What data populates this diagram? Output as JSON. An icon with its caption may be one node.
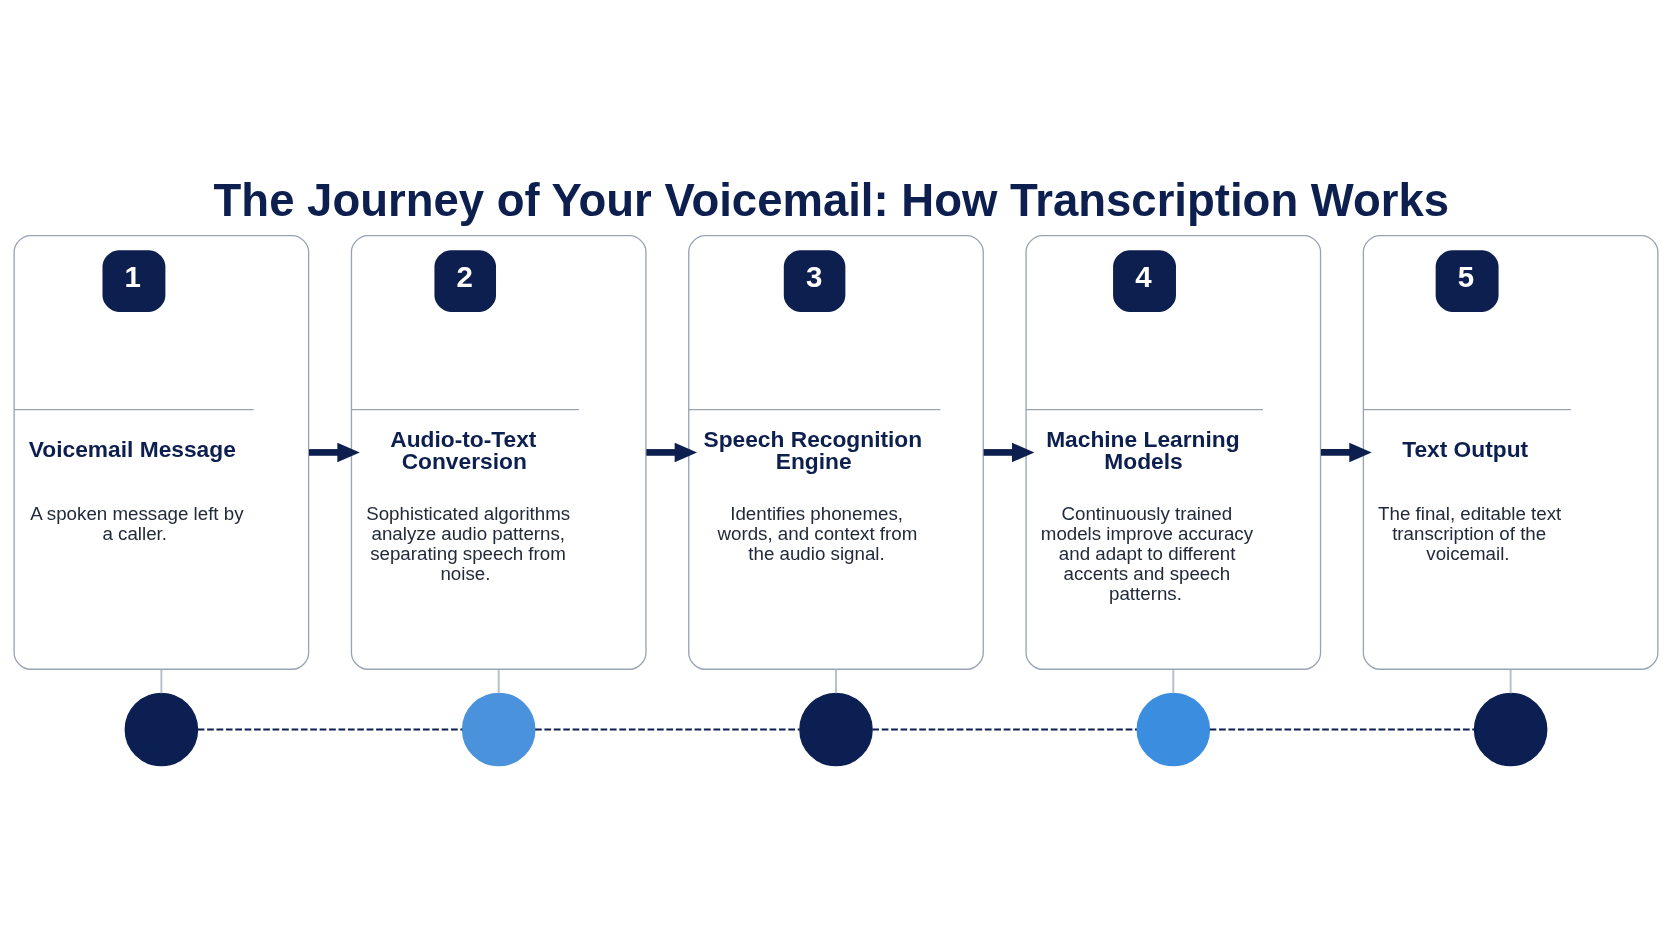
{
  "diagram": {
    "title": "The Journey of Your Voicemail: How Transcription Works",
    "nodes": [
      {
        "text": [
          "1",
          "Voicemail Message",
          "A spoken message left by a caller."
        ]
      },
      {
        "text": [
          "2",
          "Audio-to-Text Conversion",
          "Sophisticated algorithms analyze audio patterns, separating speech from noise."
        ]
      },
      {
        "text": [
          "3",
          "Speech Recognition Engine",
          "Identifies phonemes, words, and context from the audio signal."
        ]
      },
      {
        "text": [
          "4",
          "Machine Learning Models",
          "Continuously trained models improve accuracy and adapt to different accents and speech patterns."
        ]
      },
      {
        "text": [
          "5",
          "Text Output",
          "The final, editable text transcription of the voicemail."
        ]
      },
      {
        "text": [],
        "shape": "circle"
      },
      {
        "text": [],
        "shape": "circle"
      },
      {
        "text": [],
        "shape": "circle"
      },
      {
        "text": [],
        "shape": "circle"
      },
      {
        "text": [],
        "shape": "circle"
      }
    ],
    "edges": [
      {
        "from": 0,
        "to": 1,
        "arrow": "to",
        "style": "thick"
      },
      {
        "from": 1,
        "to": 2,
        "arrow": "to",
        "style": "thick"
      },
      {
        "from": 2,
        "to": 3,
        "arrow": "to",
        "style": "thick"
      },
      {
        "from": 3,
        "to": 4,
        "arrow": "to",
        "style": "thick"
      },
      {
        "from": 0,
        "to": 5,
        "arrow": "none",
        "color": "#b8c0cc"
      },
      {
        "from": 1,
        "to": 6,
        "arrow": "none",
        "color": "#b8c0cc"
      },
      {
        "from": 2,
        "to": 7,
        "arrow": "none",
        "color": "#b8c0cc"
      },
      {
        "from": 3,
        "to": 8,
        "arrow": "none",
        "color": "#b8c0cc"
      },
      {
        "from": 4,
        "to": 9,
        "arrow": "none",
        "color": "#b8c0cc"
      },
      {
        "from": 5,
        "to": 6,
        "arrow": "none",
        "style": "dashed"
      },
      {
        "from": 6,
        "to": 7,
        "arrow": "none",
        "style": "dashed"
      },
      {
        "from": 7,
        "to": 8,
        "arrow": "none",
        "style": "dashed"
      },
      {
        "from": 8,
        "to": 9,
        "arrow": "none",
        "style": "dashed"
      }
    ]
  }
}
